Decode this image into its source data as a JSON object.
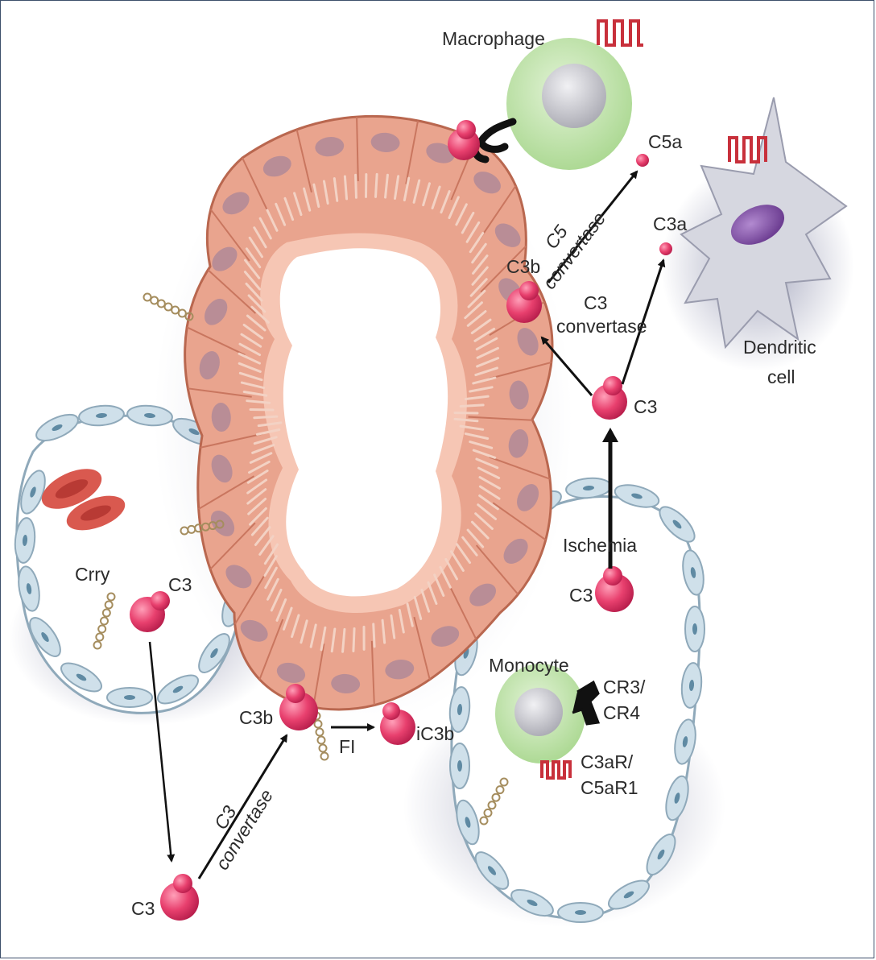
{
  "labels": {
    "macrophage": "Macrophage",
    "c5a": "C5a",
    "c3a": "C3a",
    "c3b_top": "C3b",
    "c5_convertase_line1": "C5",
    "c5_convertase_line2": "convertase",
    "c3_convertase_top_line1": "C3",
    "c3_convertase_top_line2": "convertase",
    "dendritic_line1": "Dendritic",
    "dendritic_line2": "cell",
    "c3_right": "C3",
    "ischemia": "Ischemia",
    "c3_ischemia": "C3",
    "crry": "Crry",
    "c3_left": "C3",
    "c3b_bottom": "C3b",
    "fi": "FI",
    "ic3b": "iC3b",
    "c3_convertase_bottom_line1": "C3",
    "c3_convertase_bottom_line2": "convertase",
    "c3_bottom": "C3",
    "monocyte": "Monocyte",
    "cr3_line1": "CR3/",
    "cr3_line2": "CR4",
    "c3ar_line1": "C3aR/",
    "c3ar_line2": "C5aR1"
  },
  "colors": {
    "frame_border": "#3d4f6b",
    "epithelium": "#e49a84",
    "epithelium_dark": "#c9765f",
    "nucleus": "#b08a98",
    "complement": "#e8406e",
    "vessel_cell": "#cfe0ea",
    "vessel_outline": "#8fa9ba",
    "macrophage": "#c9e6b4",
    "cell_nucleus": "#c7c7cc",
    "dendritic": "#d6d7e0",
    "dendritic_nucleus": "#8a5fa8",
    "receptor_red": "#c8303b",
    "arrow": "#111111",
    "rbc": "#d9594f"
  }
}
